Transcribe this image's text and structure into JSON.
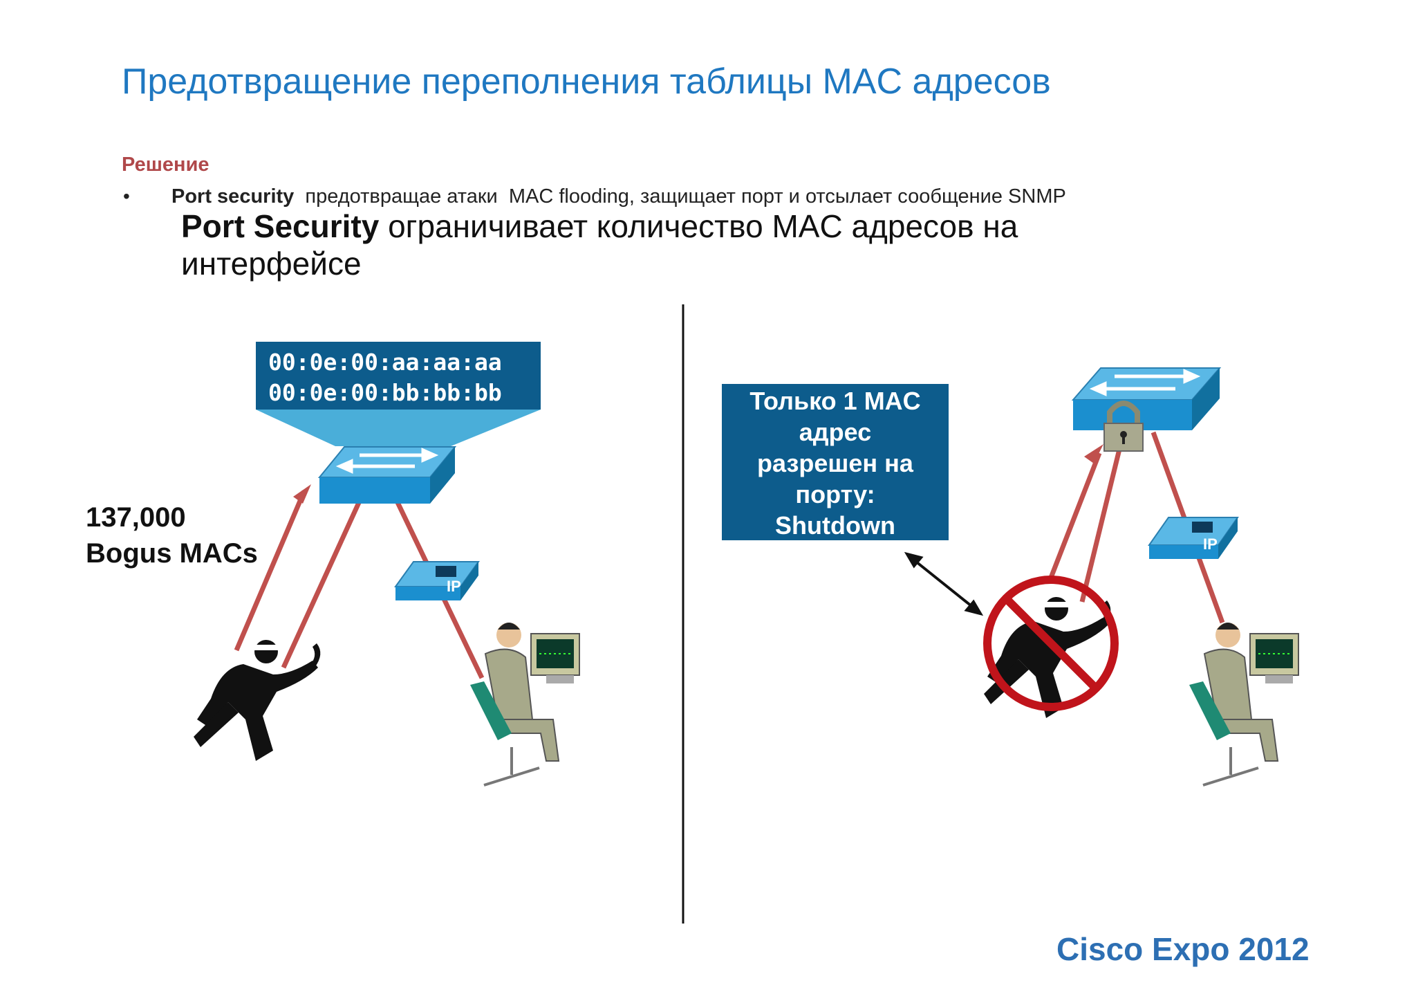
{
  "slide": {
    "title": "Предотвращение переполнения таблицы MAC адресов",
    "section_label": "Решение",
    "bullet": {
      "marker": "•",
      "bold": "Port security",
      "text": "  предотвращае атаки  MAC flooding, защищает порт и отсылает сообщение SNMP"
    },
    "subtitle": {
      "bold": "Port Security",
      "text": " ограничивает количество MAC адресов на интерфейсе"
    },
    "footer": "Cisco Expo 2012"
  },
  "left_panel": {
    "mac_table": [
      "00:0e:00:aa:aa:aa",
      "00:0e:00:bb:bb:bb"
    ],
    "attack_label": [
      "137,000",
      "Bogus MACs"
    ],
    "phone_label": "IP"
  },
  "right_panel": {
    "policy_box": [
      "Только 1 MAC",
      "адрес",
      "разрешен на",
      "порту:",
      "Shutdown"
    ],
    "phone_label": "IP"
  },
  "colors": {
    "title": "#1f78c1",
    "section": "#b0484a",
    "box": "#0d5c8c",
    "switch_top": "#5ab8e6",
    "switch_front": "#1b8fcf",
    "link": "#c0504d",
    "prohibit": "#c0141b",
    "footer": "#2d6fb3"
  },
  "icons": [
    "switch-icon",
    "ip-phone-icon",
    "attacker-icon",
    "user-workstation-icon",
    "padlock-icon",
    "prohibit-icon"
  ]
}
